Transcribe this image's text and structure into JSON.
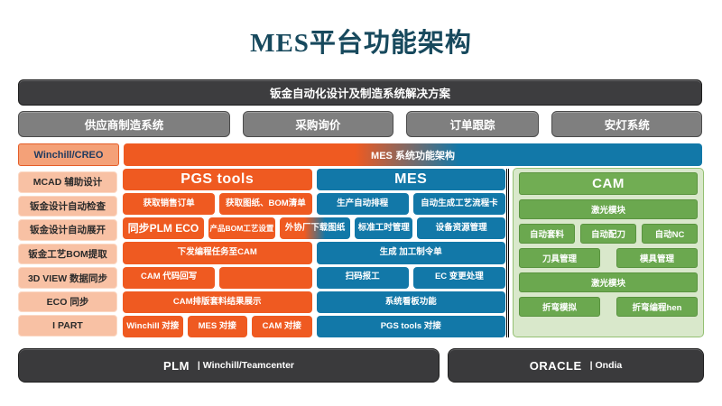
{
  "title": "MES平台功能架构",
  "solution_banner": "钣金自动化设计及制造系统解决方案",
  "system_buttons": [
    "供应商制造系统",
    "采购询价",
    "订单跟踪",
    "安灯系统"
  ],
  "left_rail": {
    "header": "Winchill/CREO",
    "items": [
      "MCAD 辅助设计",
      "钣金设计自动检查",
      "钣金设计自动展开",
      "钣金工艺BOM提取",
      "3D VIEW 数据同步",
      "ECO 同步",
      "I PART"
    ]
  },
  "mes_arch_banner": "MES 系统功能架构",
  "pgs": {
    "header": "PGS tools",
    "row1": [
      "获取销售订单",
      "获取图纸、BOM清单"
    ],
    "row2": [
      "同步PLM ECO",
      "产品BOM工艺设置"
    ],
    "row3": "下发编程任务至CAM",
    "row4": [
      "CAM 代码回写",
      ""
    ],
    "row5": "CAM排版套料结果展示",
    "row6": [
      "Winchill 对接",
      "MES 对接",
      "CAM 对接"
    ]
  },
  "bridge": "外协厂下载图纸",
  "mes": {
    "header": "MES",
    "row1": [
      "生产自动排程",
      "自动生成工艺流程卡"
    ],
    "row2": [
      "标准工时管理",
      "设备资源管理"
    ],
    "row3": "生成 加工制令单",
    "row4": [
      "扫码报工",
      "EC 变更处理"
    ],
    "row5": "系统看板功能",
    "row6": "PGS tools 对接"
  },
  "cam": {
    "header": "CAM",
    "row1": "激光模块",
    "row2": [
      "自动套料",
      "自动配刀",
      "自动NC"
    ],
    "row3": [
      "刀具管理",
      "模具管理"
    ],
    "row4": "激光模块",
    "row5": [
      "折弯模拟",
      "折弯编程hen"
    ]
  },
  "footer": {
    "plm_name": "PLM",
    "plm_detail": "| Winchill/Teamcenter",
    "oracle_name": "ORACLE",
    "oracle_detail": "| Ondia"
  },
  "colors": {
    "orange": "#EF5A21",
    "blue": "#1278A8",
    "green": "#6BA84F",
    "green_light": "#D9E8CB",
    "salmon": "#F8C1A4",
    "dark_gray": "#3D3D3F",
    "gray": "#7F7F7F",
    "title_teal": "#17495D"
  }
}
